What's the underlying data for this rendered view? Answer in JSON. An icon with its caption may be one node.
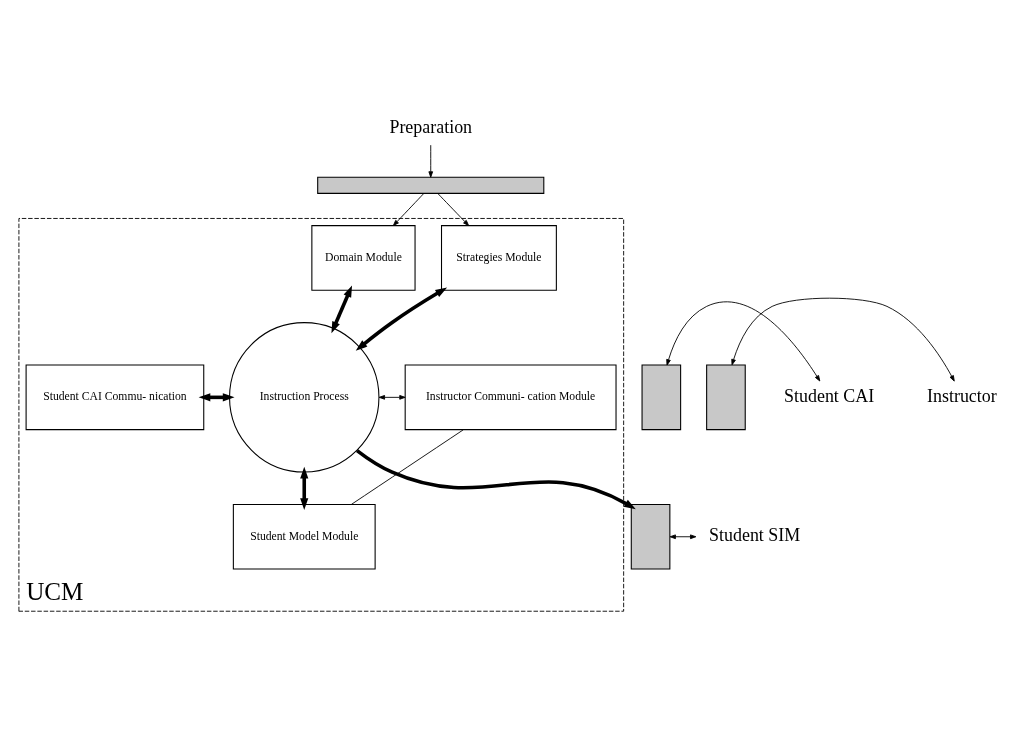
{
  "diagram": {
    "nodes": [
      {
        "text": [
          "UCM"
        ]
      },
      {
        "text": [
          "Preparation"
        ]
      },
      {
        "text": [],
        "shape": "bar"
      },
      {
        "text": [
          "Domain Module"
        ],
        "in": 0
      },
      {
        "text": [
          "Strategies Module"
        ],
        "in": 0
      },
      {
        "text": [
          "Student CAI Commu- nication"
        ],
        "in": 0
      },
      {
        "text": [],
        "shape": "box"
      },
      {
        "text": [
          "Student CAI"
        ]
      },
      {
        "text": [
          "Instruction Process"
        ],
        "in": 0
      },
      {
        "text": [
          "Instructor Communi- cation Module"
        ],
        "in": 0
      },
      {
        "text": [],
        "shape": "box"
      },
      {
        "text": [
          "Instructor"
        ]
      },
      {
        "text": [],
        "shape": "box"
      },
      {
        "text": [
          "Student SIM"
        ]
      },
      {
        "text": [
          "Student Model Module"
        ],
        "in": 0
      }
    ],
    "edges": [
      {
        "from": 1,
        "to": 2,
        "arrow": "to"
      },
      {
        "from": 2,
        "to": 3,
        "arrow": "to"
      },
      {
        "from": 2,
        "to": 4,
        "arrow": "to"
      },
      {
        "from": 3,
        "to": 8,
        "arrow": "both",
        "style": "thick"
      },
      {
        "from": 4,
        "to": 8,
        "arrow": "both",
        "style": "thick"
      },
      {
        "from": 5,
        "to": 8,
        "arrow": "both",
        "style": "thick"
      },
      {
        "from": 6,
        "to": 7,
        "arrow": "both"
      },
      {
        "from": 8,
        "to": 12,
        "arrow": "to",
        "style": "thick"
      },
      {
        "from": 12,
        "to": 13,
        "arrow": "both"
      },
      {
        "from": 8,
        "to": 9,
        "arrow": "both"
      },
      {
        "from": 10,
        "to": 11,
        "arrow": "both"
      },
      {
        "from": 8,
        "to": 14,
        "arrow": "both",
        "style": "thick"
      },
      {
        "from": 9,
        "to": 14,
        "arrow": "none"
      }
    ]
  }
}
